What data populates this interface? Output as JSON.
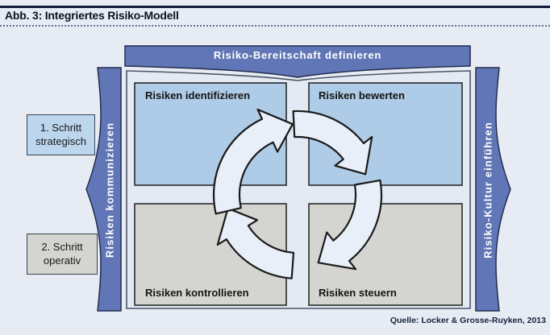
{
  "figure": {
    "label": "Abb. 3: Integriertes Risiko-Modell",
    "source": "Quelle: Locker & Grosse-Ruyken, 2013"
  },
  "banner": {
    "label": "Risiko-Bereitschaft definieren"
  },
  "side_bars": {
    "left": {
      "label": "Risiken kommunizieren"
    },
    "right": {
      "label": "Risiko-Kultur einführen"
    }
  },
  "steps": [
    {
      "line1": "1. Schritt",
      "line2": "strategisch"
    },
    {
      "line1": "2. Schritt",
      "line2": "operativ"
    }
  ],
  "quadrants": [
    {
      "label": "Risiken identifizieren"
    },
    {
      "label": "Risiken bewerten"
    },
    {
      "label": "Risiken kontrollieren"
    },
    {
      "label": "Risiken steuern"
    }
  ],
  "cycle": {
    "icons": [
      "cycle-arrow-top-right",
      "cycle-arrow-bottom-right",
      "cycle-arrow-bottom-left",
      "cycle-arrow-top-left"
    ],
    "direction": "clockwise"
  },
  "colors": {
    "accent_blue": "#6076b6",
    "quadrant_blue": "#aecbe7",
    "quadrant_gray": "#d4d5d1",
    "panel_fill": "#e3eaf4",
    "arrow_fill": "#e9eff9",
    "background": "#e7ecf4",
    "rule_navy": "#0f1b38"
  }
}
